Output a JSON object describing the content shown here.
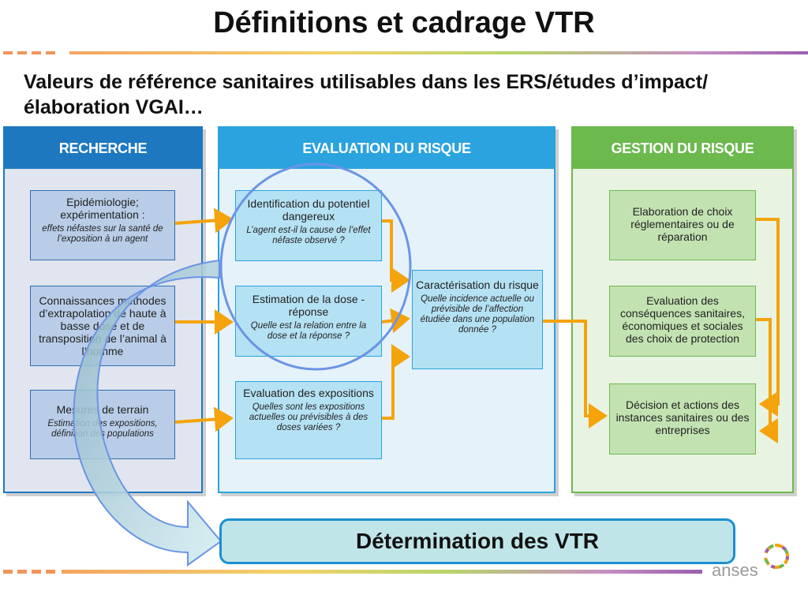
{
  "header": {
    "title": "Définitions et cadrage VTR",
    "subtitle": "Valeurs de référence sanitaires utilisables dans les ERS/études d’impact/élaboration VGAI…"
  },
  "columns": {
    "recherche": {
      "title": "RECHERCHE",
      "boxes": [
        {
          "title": "Epidémiologie; expérimentation :",
          "detail": "effets néfastes sur la santé de l’exposition à un agent"
        },
        {
          "title": "Connaissances méthodes d’extrapolation de haute à basse dose et de transposition de l’animal à l’homme",
          "detail": ""
        },
        {
          "title": "Mesures de terrain",
          "detail": "Estimation des expositions, définition des populations"
        }
      ]
    },
    "evaluation": {
      "title": "EVALUATION DU RISQUE",
      "boxes": [
        {
          "title": "Identification du potentiel dangereux",
          "detail": "L’agent est-il la cause de l’effet néfaste observé ?"
        },
        {
          "title": "Estimation de la dose -réponse",
          "detail": "Quelle est la relation entre la dose et la réponse ?"
        },
        {
          "title": "Evaluation des expositions",
          "detail": "Quelles sont les expositions actuelles ou prévisibles à des doses variées ?"
        },
        {
          "title": "Caractérisation du risque",
          "detail": "Quelle incidence actuelle ou prévisible de l’affection étudiée dans une population donnée ?"
        }
      ]
    },
    "gestion": {
      "title": "GESTION DU RISQUE",
      "boxes": [
        {
          "title": "Elaboration de choix réglementaires ou de réparation",
          "detail": ""
        },
        {
          "title": "Evaluation des conséquences sanitaires, économiques et sociales des choix de protection",
          "detail": ""
        },
        {
          "title": "Décision et actions des instances sanitaires ou des entreprises",
          "detail": ""
        }
      ]
    }
  },
  "result": {
    "label": "Détermination des VTR"
  },
  "logo": {
    "text": "anses"
  },
  "colors": {
    "recherche_blue": "#1d78c0",
    "evaluation_blue": "#2aa3df",
    "gestion_green": "#6cb94e",
    "arrow_orange": "#f4a30c",
    "highlight_circle": "#6b94e6",
    "result_border": "#1b8fd0",
    "result_fill": "#bfe5e9"
  }
}
